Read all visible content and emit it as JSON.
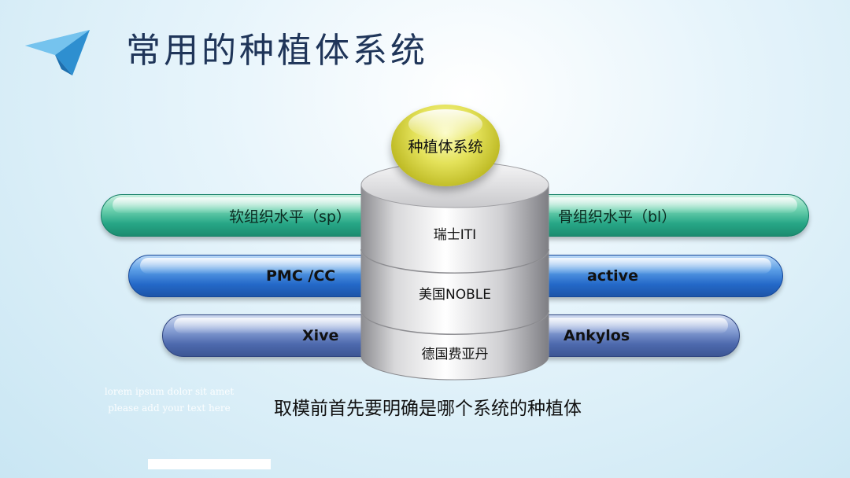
{
  "slide": {
    "title": "常用的种植体系统",
    "center_ball": "种植体系统",
    "rows": [
      {
        "left": "软组织水平（sp）",
        "center": "瑞士ITI",
        "right": "骨组织水平（bl）"
      },
      {
        "left": "PMC /CC",
        "center": "美国NOBLE",
        "right": "active"
      },
      {
        "left": "Xive",
        "center": "德国费亚丹",
        "right": "Ankylos"
      }
    ],
    "caption": "取模前首先要明确是哪个系统的种植体",
    "placeholder_line1": "lorem ipsum dolor sit amet",
    "placeholder_line2": "please add your text here",
    "colors": {
      "title": "#1f3559",
      "row1": "#27a686",
      "row2": "#2469c9",
      "row3": "#4e6aae",
      "ball": "#e4e25a",
      "cylinder": "#c9c9cc"
    }
  }
}
